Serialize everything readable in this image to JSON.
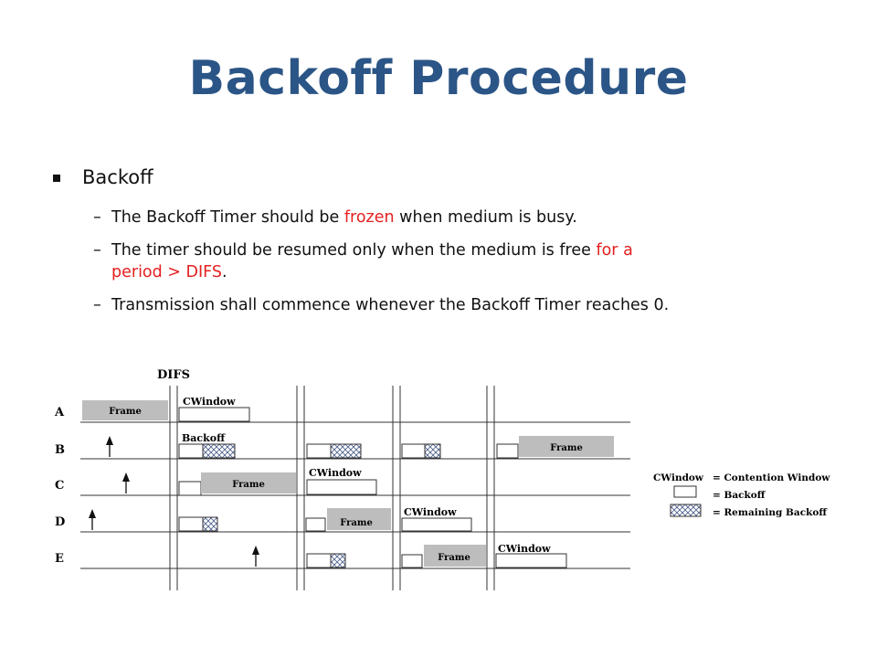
{
  "slide": {
    "title": "Backoff Procedure",
    "bullet": "Backoff",
    "subs": [
      {
        "pre": "The Backoff Timer should be ",
        "em": "frozen",
        "post": " when medium is busy."
      },
      {
        "pre": "The timer should be resumed only when the medium is free ",
        "em": "for a",
        "line2_em": "period > DIFS",
        "line2_post": "."
      },
      {
        "pre": "Transmission shall commence whenever the Backoff Timer reaches 0."
      }
    ],
    "dash": "–"
  },
  "diagram": {
    "difs_label": "DIFS",
    "stations": [
      "A",
      "B",
      "C",
      "D",
      "E"
    ],
    "frame_label": "Frame",
    "cwindow_label": "CWindow",
    "backoff_label": "Backoff",
    "legend": {
      "cwindow_key": "CWindow",
      "cwindow_desc": "= Contention Window",
      "backoff_desc": "= Backoff",
      "remaining_desc": "= Remaining Backoff"
    }
  },
  "colors": {
    "title": "#2B5586",
    "emphasis": "#E52020",
    "frame_fill": "#BDBDBD",
    "hatch": "#4A5E8C"
  }
}
